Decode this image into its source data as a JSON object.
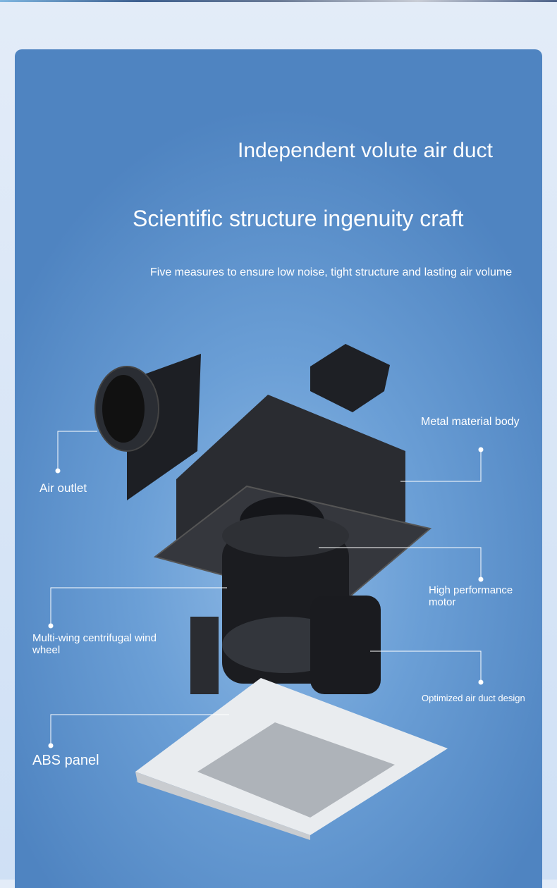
{
  "headline": "Independent volute air duct",
  "subheadline": "Scientific structure ingenuity craft",
  "description": "Five measures to ensure low noise, tight structure and lasting air volume",
  "labels": {
    "air_outlet": "Air outlet",
    "metal_body": "Metal material body",
    "motor": "High performance motor",
    "wind_wheel": "Multi-wing centrifugal wind wheel",
    "air_duct": "Optimized air duct design",
    "abs_panel": "ABS panel"
  }
}
